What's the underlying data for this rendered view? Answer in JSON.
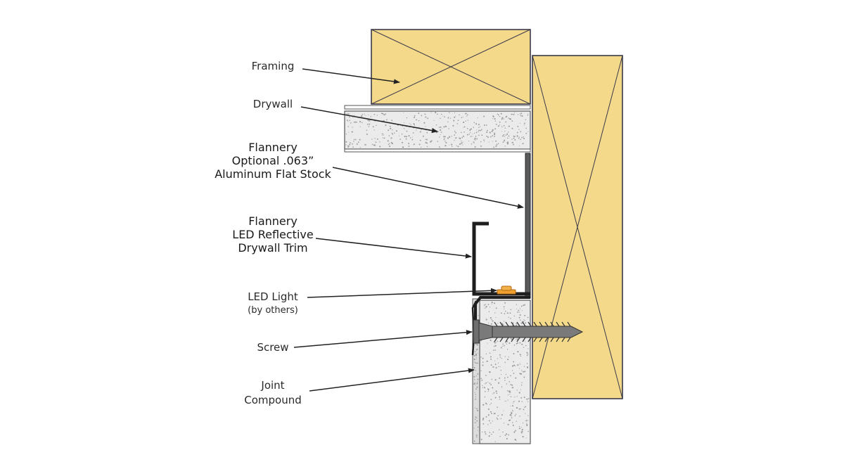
{
  "labels": {
    "framing": "Framing",
    "drywall": "Drywall",
    "flat_stock": [
      "Flannery",
      "Optional .063”",
      "Aluminum Flat Stock"
    ],
    "trim": [
      "Flannery",
      "LED Reflective",
      "Drywall Trim"
    ],
    "led_light": "LED Light",
    "led_light_note": "(by others)",
    "screw": "Screw",
    "joint_compound": [
      "Joint",
      "Compound"
    ]
  },
  "colors": {
    "wood": "#f5d98b",
    "wood_edge": "#3a3a4a",
    "drywall": "#ebebeb",
    "speckle": "#9a9a9a",
    "trim": "#1e1e1e",
    "led": "#f0a030",
    "screw": "#6e6e6e"
  }
}
